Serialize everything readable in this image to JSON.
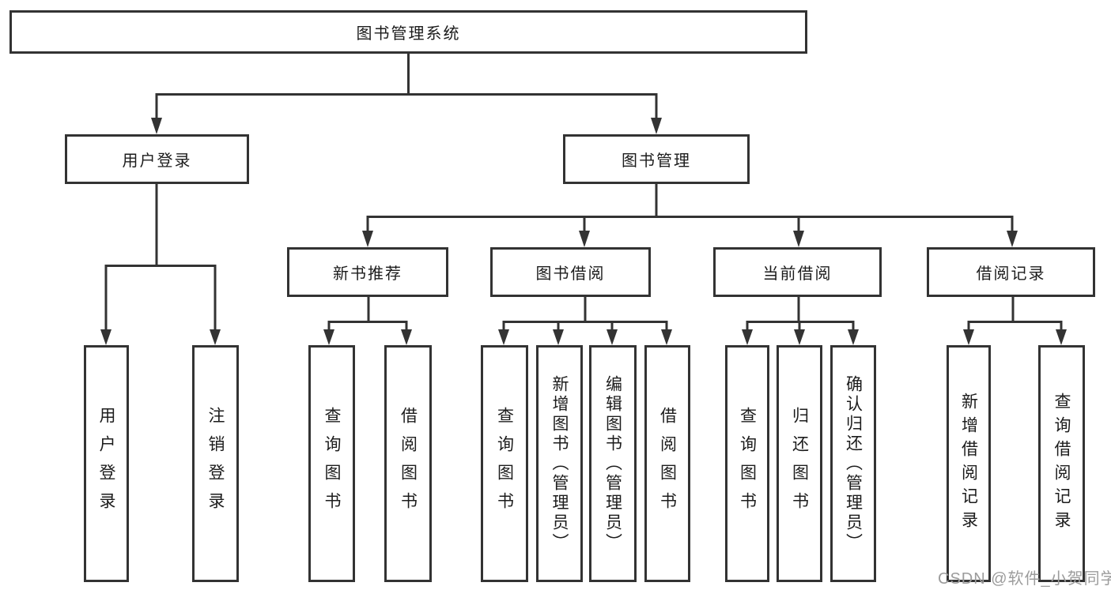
{
  "diagram": {
    "root": "图书管理系统",
    "user_login": {
      "label": "用户登录",
      "children": [
        "用户登录",
        "注销登录"
      ]
    },
    "book_management": {
      "label": "图书管理",
      "groups": {
        "new_book_recommend": {
          "label": "新书推荐",
          "children": [
            "查询图书",
            "借阅图书"
          ]
        },
        "book_borrowing": {
          "label": "图书借阅",
          "children": [
            "查询图书",
            "新增图书（管理员）",
            "编辑图书（管理员）",
            "借阅图书"
          ]
        },
        "current_borrowing": {
          "label": "当前借阅",
          "children": [
            "查询图书",
            "归还图书",
            "确认归还（管理员）"
          ]
        },
        "borrowing_records": {
          "label": "借阅记录",
          "children": [
            "新增借阅记录",
            "查询借阅记录"
          ]
        }
      }
    }
  },
  "watermark": "CSDN @软件_小贺同学",
  "colors": {
    "line": "#333333",
    "text": "#1c1c1c",
    "watermark": "#9c9c9c",
    "background": "#ffffff"
  }
}
